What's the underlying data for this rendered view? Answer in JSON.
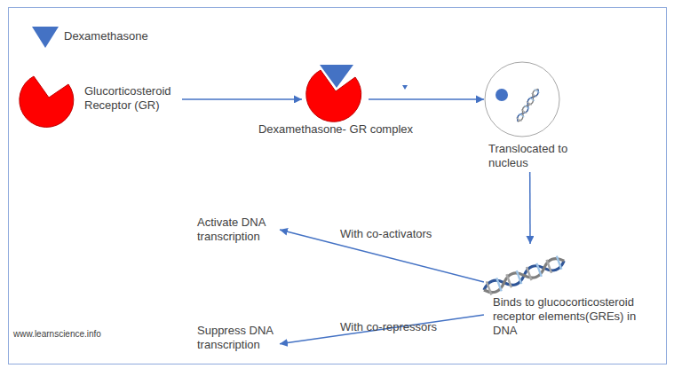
{
  "diagram": {
    "nodes": [
      {
        "text": [
          "Glucorticosteroid Receptor (GR)"
        ]
      },
      {
        "text": [
          "Dexamethasone- GR complex"
        ]
      },
      {
        "text": [
          "Translocated to nucleus"
        ]
      },
      {
        "text": [
          "Binds to glucocorticosteroid receptor elements(GREs) in DNA"
        ]
      },
      {
        "text": [
          "Activate DNA transcription"
        ]
      },
      {
        "text": [
          "Suppress DNA transcription"
        ]
      }
    ],
    "edges": [
      {
        "from": 0,
        "to": 1,
        "arrow": "to"
      },
      {
        "from": 1,
        "to": 2,
        "arrow": "to"
      },
      {
        "from": 2,
        "to": 3,
        "arrow": "to"
      },
      {
        "from": 3,
        "to": 4,
        "label": "With co-activators",
        "arrow": "to"
      },
      {
        "from": 3,
        "to": 5,
        "label": "With co-repressors",
        "arrow": "to"
      }
    ],
    "labels": [
      "www.learnscience.info"
    ],
    "legend": [
      {
        "text": "Dexamethasone"
      }
    ]
  }
}
